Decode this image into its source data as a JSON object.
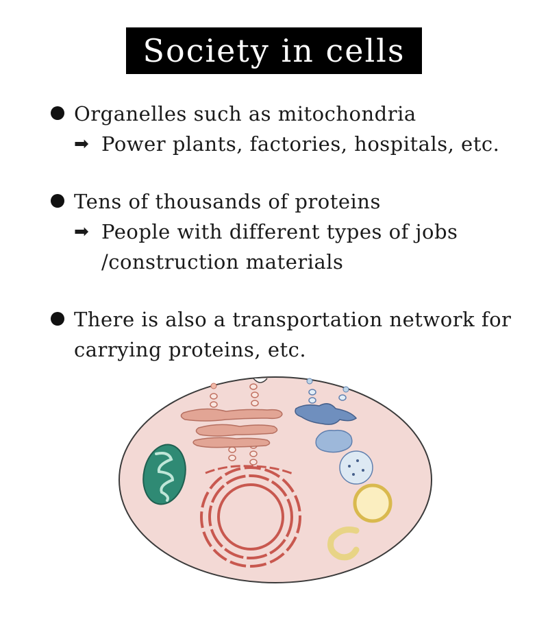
{
  "title": "Society in cells",
  "bullets": [
    {
      "text": "Organelles such as mitochondria",
      "arrow": "➡",
      "sub": "Power plants, factories, hospitals, etc."
    },
    {
      "text": "Tens of thousands of proteins",
      "arrow": "➡",
      "sub_line1": "People with different types of jobs",
      "sub_line2": "/construction materials"
    },
    {
      "text_line1": "There is also a transportation network for",
      "text_line2": "carrying proteins, etc."
    }
  ],
  "colors": {
    "title_bg": "#000000",
    "title_fg": "#ffffff",
    "cell_fill": "#f3d9d5",
    "cell_outline": "#3a3a3a",
    "golgi": "#d9988a",
    "nucleus": "#c8584f",
    "mitochondria": "#2f8a74",
    "er_blue": "#5f7fae",
    "vesicle_yellow": "#e8d486",
    "lysosome_blue": "#bcd4e6"
  },
  "icons": {
    "bullet": "filled-circle",
    "arrow": "right-arrow"
  }
}
